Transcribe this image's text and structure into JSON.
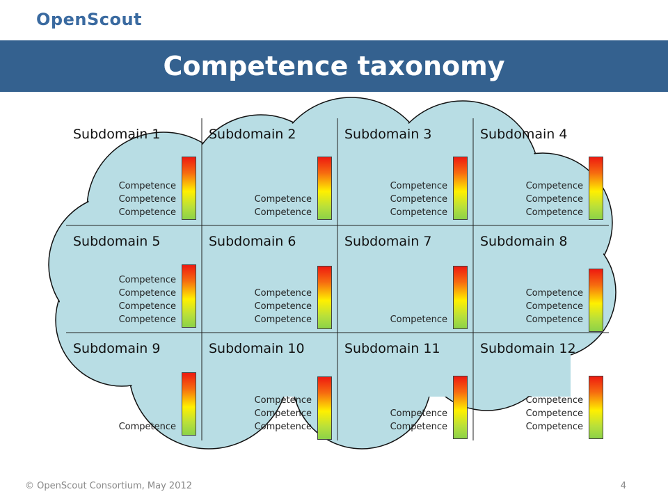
{
  "logo": "OpenScout",
  "title": "Competence taxonomy",
  "colors": {
    "title_band": "#34618f",
    "cloud_fill": "#b8dde4",
    "cloud_stroke": "#111111",
    "meter_top": "#ee1a10",
    "meter_bottom": "#8cd248"
  },
  "subdomains": [
    {
      "label": "Subdomain 1",
      "competences": [
        "Competence",
        "Competence",
        "Competence"
      ]
    },
    {
      "label": "Subdomain 2",
      "competences": [
        "Competence",
        "Competence"
      ]
    },
    {
      "label": "Subdomain 3",
      "competences": [
        "Competence",
        "Competence",
        "Competence"
      ]
    },
    {
      "label": "Subdomain 4",
      "competences": [
        "Competence",
        "Competence",
        "Competence"
      ]
    },
    {
      "label": "Subdomain 5",
      "competences": [
        "Competence",
        "Competence",
        "Competence",
        "Competence"
      ]
    },
    {
      "label": "Subdomain 6",
      "competences": [
        "Competence",
        "Competence",
        "Competence"
      ]
    },
    {
      "label": "Subdomain 7",
      "competences": [
        "Competence"
      ]
    },
    {
      "label": "Subdomain 8",
      "competences": [
        "Competence",
        "Competence",
        "Competence"
      ]
    },
    {
      "label": "Subdomain 9",
      "competences": [
        "Competence"
      ]
    },
    {
      "label": "Subdomain 10",
      "competences": [
        "Competence",
        "Competence",
        "Competence"
      ]
    },
    {
      "label": "Subdomain 11",
      "competences": [
        "Competence",
        "Competence"
      ]
    },
    {
      "label": "Subdomain 12",
      "competences": [
        "Competence",
        "Competence",
        "Competence"
      ]
    }
  ],
  "footer": {
    "copyright": "© OpenScout Consortium, May 2012",
    "page_number": "4"
  }
}
